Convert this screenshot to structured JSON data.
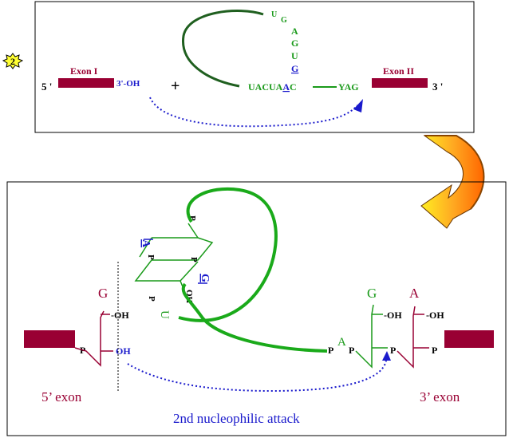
{
  "step_badge": "2",
  "top_panel": {
    "five_prime": "5 '",
    "three_prime": "3 '",
    "exon1_label": "Exon I",
    "exon2_label": "Exon II",
    "oh_label": "3'-OH",
    "plus": "+",
    "loop_letters": [
      "U",
      "G",
      "A",
      "G",
      "U",
      "G"
    ],
    "branch_seq_part1": "UACUA",
    "branch_A": "A",
    "branch_seq_part2": "C",
    "yag": "YAG"
  },
  "bottom_panel": {
    "five_exon": "5’ exon",
    "three_exon": "3’ exon",
    "caption": "2nd nucleophilic attack",
    "left_G": "G",
    "left_OH_top": "-OH",
    "left_P": "P",
    "left_OH_blue": "OH",
    "lariat_A": "A",
    "lariat_P1": "P",
    "lariat_P2": "P",
    "lariat_P3": "P",
    "lariat_G": "G",
    "lariat_OH": "OH",
    "lariat_P4": "P",
    "lariat_U": "U",
    "right_P1": "P",
    "right_A_green": "A",
    "right_P2": "P",
    "right_G": "G",
    "right_OH1": "-OH",
    "right_P3": "P",
    "right_A_red": "A",
    "right_OH2": "-OH",
    "right_P4": "P"
  },
  "colors": {
    "exon": "#990033",
    "rna_green": "#1a9a1a",
    "blue": "#1a1acc",
    "dark_green": "#1f5f1f",
    "badge_fill": "#ffff33",
    "arrow_orange": "#ff8800"
  }
}
